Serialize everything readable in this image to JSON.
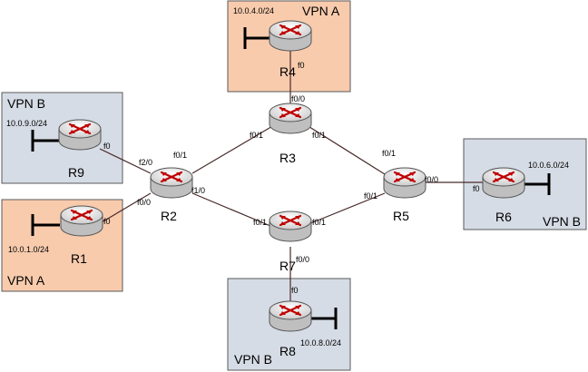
{
  "colors": {
    "vpn_a_fill": "#f8cbad",
    "vpn_b_fill": "#d6dce5",
    "box_border": "#5a5a5a",
    "link": "#4a2a2a",
    "router_body": "#ececec",
    "arrow": "#c00000"
  },
  "boxes": {
    "r4": {
      "vpn": "VPN A"
    },
    "r9": {
      "vpn": "VPN B"
    },
    "r1": {
      "vpn": "VPN A"
    },
    "r6": {
      "vpn": "VPN B"
    },
    "r8": {
      "vpn": "VPN B"
    }
  },
  "routers": {
    "r4": {
      "name": "R4"
    },
    "r3": {
      "name": "R3"
    },
    "r9": {
      "name": "R9"
    },
    "r2": {
      "name": "R2"
    },
    "r1": {
      "name": "R1"
    },
    "r5": {
      "name": "R5"
    },
    "r6": {
      "name": "R6"
    },
    "r7": {
      "name": "R7"
    },
    "r8": {
      "name": "R8"
    }
  },
  "subnets": {
    "r4": "10.0.4.0/24",
    "r9": "10.0.9.0/24",
    "r1": "10.0.1.0/24",
    "r6": "10.0.6.0/24",
    "r8": "10.0.8.0/24"
  },
  "interfaces": {
    "r4_f0": "f0",
    "r3_f00": "f0/0",
    "r3_f01a": "f0/1",
    "r3_f01b": "f0/1",
    "r9_f0": "f0",
    "r2_f20": "f2/0",
    "r2_f01": "f0/1",
    "r2_f10": "f1/0",
    "r2_f00": "f0/0",
    "r1_f0": "f0",
    "r5_f01a": "f0/1",
    "r5_f01b": "f0/1",
    "r5_f00": "f0/0",
    "r6_f0": "f0",
    "r7_f01a": "f0/1",
    "r7_f01b": "f0/1",
    "r7_f00": "f0/0",
    "r8_f0": "f0"
  }
}
